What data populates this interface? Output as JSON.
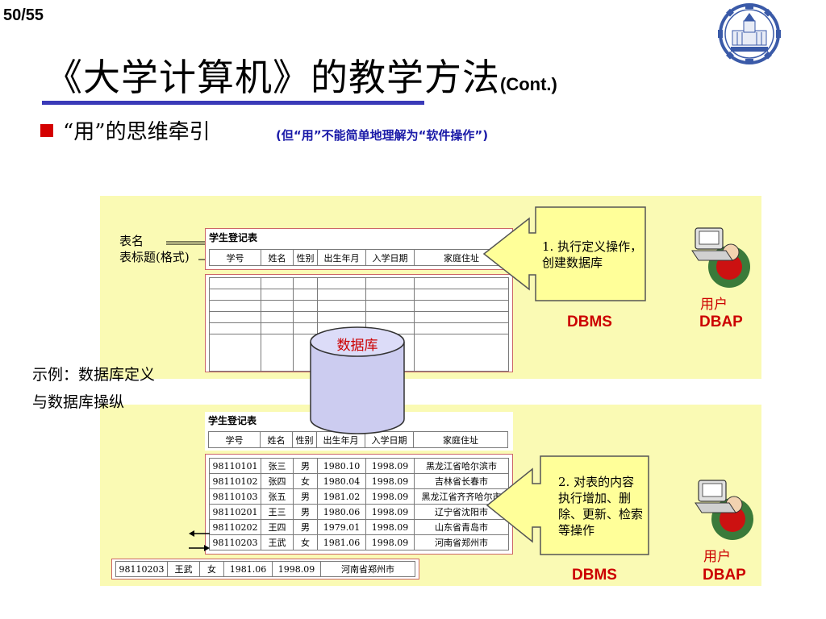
{
  "page_number": "50/55",
  "title": {
    "main": "《大学计算机》的教学方法",
    "suffix": "(Cont.)"
  },
  "bullet": {
    "text": "“用”的思维牵引",
    "note": "(但“用”不能简单地理解为“软件操作”)"
  },
  "side_text": {
    "line1": "示例：数据库定义",
    "line2": "与数据库操纵"
  },
  "labels": {
    "table_name": "表名",
    "table_heading": "表标题(格式)"
  },
  "register": {
    "title": "学生登记表",
    "columns": [
      "学号",
      "姓名",
      "性别",
      "出生年月",
      "入学日期",
      "家庭住址"
    ],
    "rows": [
      [
        "98110101",
        "张三",
        "男",
        "1980.10",
        "1998.09",
        "黑龙江省哈尔滨市"
      ],
      [
        "98110102",
        "张四",
        "女",
        "1980.04",
        "1998.09",
        "吉林省长春市"
      ],
      [
        "98110103",
        "张五",
        "男",
        "1981.02",
        "1998.09",
        "黑龙江省齐齐哈尔市"
      ],
      [
        "98110201",
        "王三",
        "男",
        "1980.06",
        "1998.09",
        "辽宁省沈阳市"
      ],
      [
        "98110202",
        "王四",
        "男",
        "1979.01",
        "1998.09",
        "山东省青岛市"
      ],
      [
        "98110203",
        "王武",
        "女",
        "1981.06",
        "1998.09",
        "河南省郑州市"
      ]
    ],
    "extra_row": [
      "98110203",
      "王武",
      "女",
      "1981.06",
      "1998.09",
      "河南省郑州市"
    ]
  },
  "database_label": "数据库",
  "step1": {
    "text": "1. 执行定义操作，创建数据库"
  },
  "step2": {
    "text": "2. 对表的内容执行增加、删除、更新、检索等操作"
  },
  "dbms_label": "DBMS",
  "user_label": "用户",
  "dbap_label": "DBAP",
  "colors": {
    "panel": "#fafab4",
    "arrow": "#ffff99",
    "accent_red": "#cc0000",
    "title_rule": "#3a3ab8",
    "note_blue": "#1a1aa8"
  }
}
